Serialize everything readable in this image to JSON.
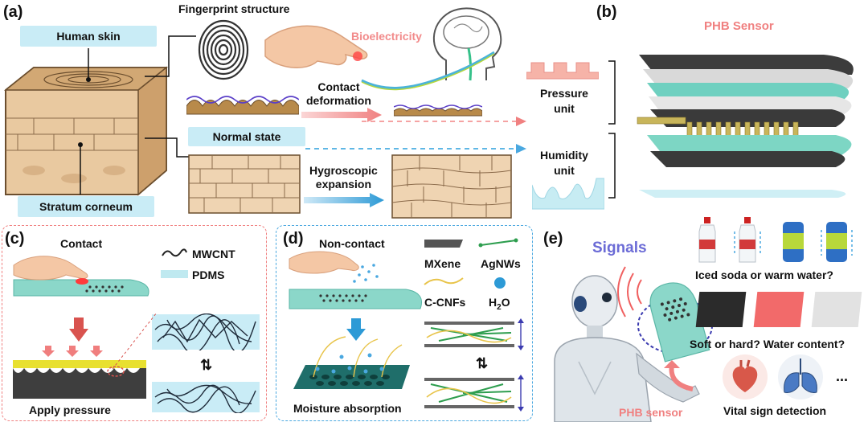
{
  "panel_a": {
    "label": "(a)",
    "human_skin": "Human skin",
    "fingerprint": "Fingerprint structure",
    "bioelectricity": "Bioelectricity",
    "contact_deformation_1": "Contact",
    "contact_deformation_2": "deformation",
    "normal_state": "Normal state",
    "hygroscopic_1": "Hygroscopic",
    "hygroscopic_2": "expansion",
    "stratum": "Stratum corneum"
  },
  "panel_b": {
    "label": "(b)",
    "title": "PHB Sensor",
    "pressure_1": "Pressure",
    "pressure_2": "unit",
    "humidity_1": "Humidity",
    "humidity_2": "unit"
  },
  "panel_c": {
    "label": "(c)",
    "contact": "Contact",
    "mwcnt": "MWCNT",
    "pdms": "PDMS",
    "apply_pressure": "Apply pressure"
  },
  "panel_d": {
    "label": "(d)",
    "non_contact": "Non-contact",
    "mxene": "MXene",
    "agnws": "AgNWs",
    "ccnfs": "C-CNFs",
    "h2o": "H",
    "h2o_sub": "2",
    "h2o_tail": "O",
    "moisture": "Moisture absorption"
  },
  "panel_e": {
    "label": "(e)",
    "signals": "Signals",
    "iced": "Iced soda or warm water?",
    "soft": "Soft or hard? Water content?",
    "ellipsis": "...",
    "vital": "Vital sign detection",
    "phb": "PHB sensor"
  },
  "colors": {
    "skin_brown": "#8a6a4a",
    "light_blue": "#c9ecf6",
    "pink": "#f08080",
    "teal": "#5bbfb3",
    "green": "#2e9e4f"
  }
}
